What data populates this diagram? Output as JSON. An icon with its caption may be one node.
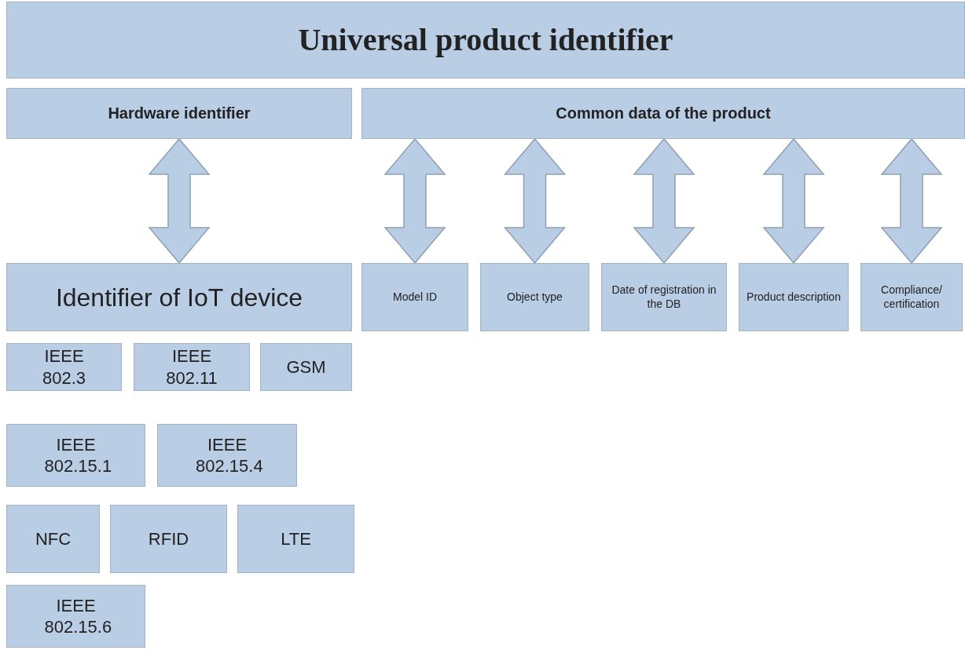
{
  "diagram": {
    "nodes": [
      {
        "text": [
          "Universal product identifier"
        ]
      },
      {
        "text": [
          "Hardware identifier"
        ]
      },
      {
        "text": [
          "Common data of the product"
        ]
      },
      {
        "text": [
          "Identifier of IoT device"
        ]
      },
      {
        "text": [
          "Model ID"
        ]
      },
      {
        "text": [
          "Object type"
        ]
      },
      {
        "text": [
          "Date of registration in the DB"
        ]
      },
      {
        "text": [
          "Product description"
        ]
      },
      {
        "text": [
          "Compliance/ certification"
        ]
      },
      {
        "text": [
          "IEEE 802.3"
        ]
      },
      {
        "text": [
          "IEEE 802.11"
        ]
      },
      {
        "text": [
          "GSM"
        ]
      },
      {
        "text": [
          "IEEE 802.15.1"
        ]
      },
      {
        "text": [
          "IEEE 802.15.4"
        ]
      },
      {
        "text": [
          "NFC"
        ]
      },
      {
        "text": [
          "RFID"
        ]
      },
      {
        "text": [
          "LTE"
        ]
      },
      {
        "text": [
          "IEEE 802.15.6"
        ]
      }
    ],
    "edges": [
      {
        "from": 1,
        "to": 3,
        "arrow": "both"
      },
      {
        "from": 2,
        "to": 4,
        "arrow": "both"
      },
      {
        "from": 2,
        "to": 5,
        "arrow": "both"
      },
      {
        "from": 2,
        "to": 6,
        "arrow": "both"
      },
      {
        "from": 2,
        "to": 7,
        "arrow": "both"
      },
      {
        "from": 2,
        "to": 8,
        "arrow": "both"
      }
    ]
  }
}
